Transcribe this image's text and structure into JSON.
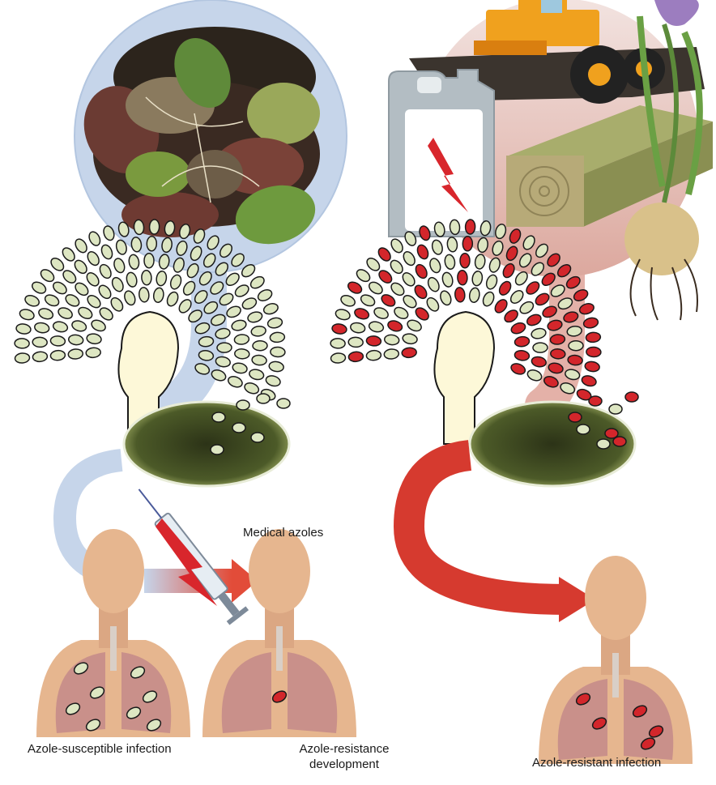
{
  "labels": {
    "medical_azoles": "Medical azoles",
    "susceptible": "Azole-susceptible infection",
    "resistance_dev_line1": "Azole-resistance",
    "resistance_dev_line2": "development",
    "resistant": "Azole-resistant infection"
  },
  "colors": {
    "natural_path": "#c6d5ea",
    "agri_path": "#e4b1a8",
    "resistant_arrow": "#d63a2f",
    "spore_normal": "#dde6c2",
    "spore_resistant": "#d3262b",
    "skin": "#e6b68f",
    "lung": "#c9908a",
    "colony": "#3f4a20"
  }
}
